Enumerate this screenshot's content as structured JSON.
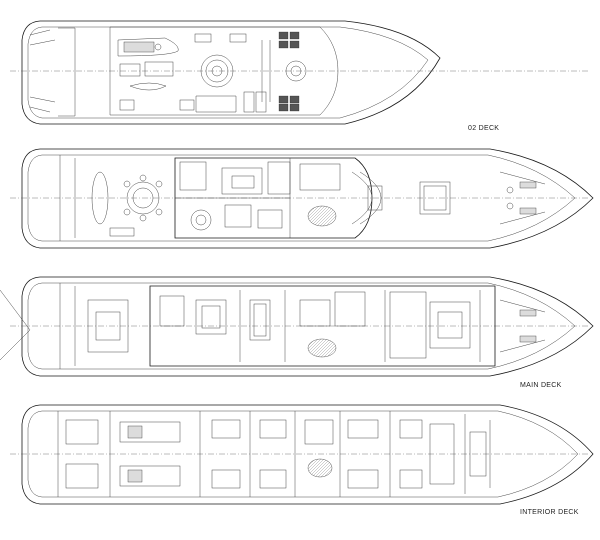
{
  "decks": [
    {
      "id": "02",
      "label": "02 DECK"
    },
    {
      "id": "bridge",
      "label": ""
    },
    {
      "id": "main",
      "label": "MAIN DECK"
    },
    {
      "id": "interior",
      "label": "INTERIOR DECK"
    }
  ]
}
